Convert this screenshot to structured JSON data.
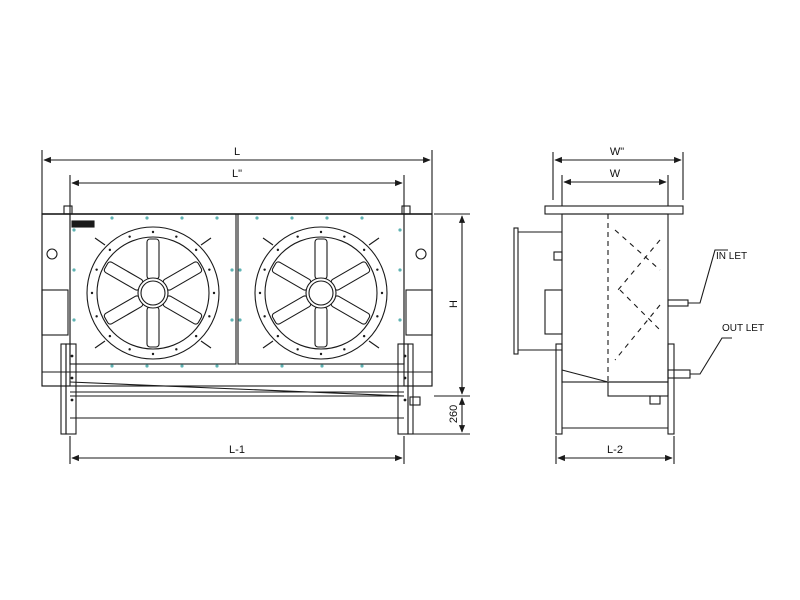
{
  "drawing": {
    "front_view": {
      "dim_overall_length": "L",
      "dim_inner_length": "L\"",
      "dim_height": "H",
      "dim_leg_height": "260",
      "dim_leg_span": "L-1",
      "fan_count": 2,
      "fan_blade_count": 6
    },
    "side_view": {
      "dim_outer_width": "W\"",
      "dim_width": "W",
      "dim_leg_span": "L-2",
      "label_inlet": "IN LET",
      "label_outlet": "OUT LET"
    },
    "colors": {
      "line": "#1a1a1a",
      "fill": "#ffffff",
      "accent_dot": "#5fb3b3"
    }
  }
}
